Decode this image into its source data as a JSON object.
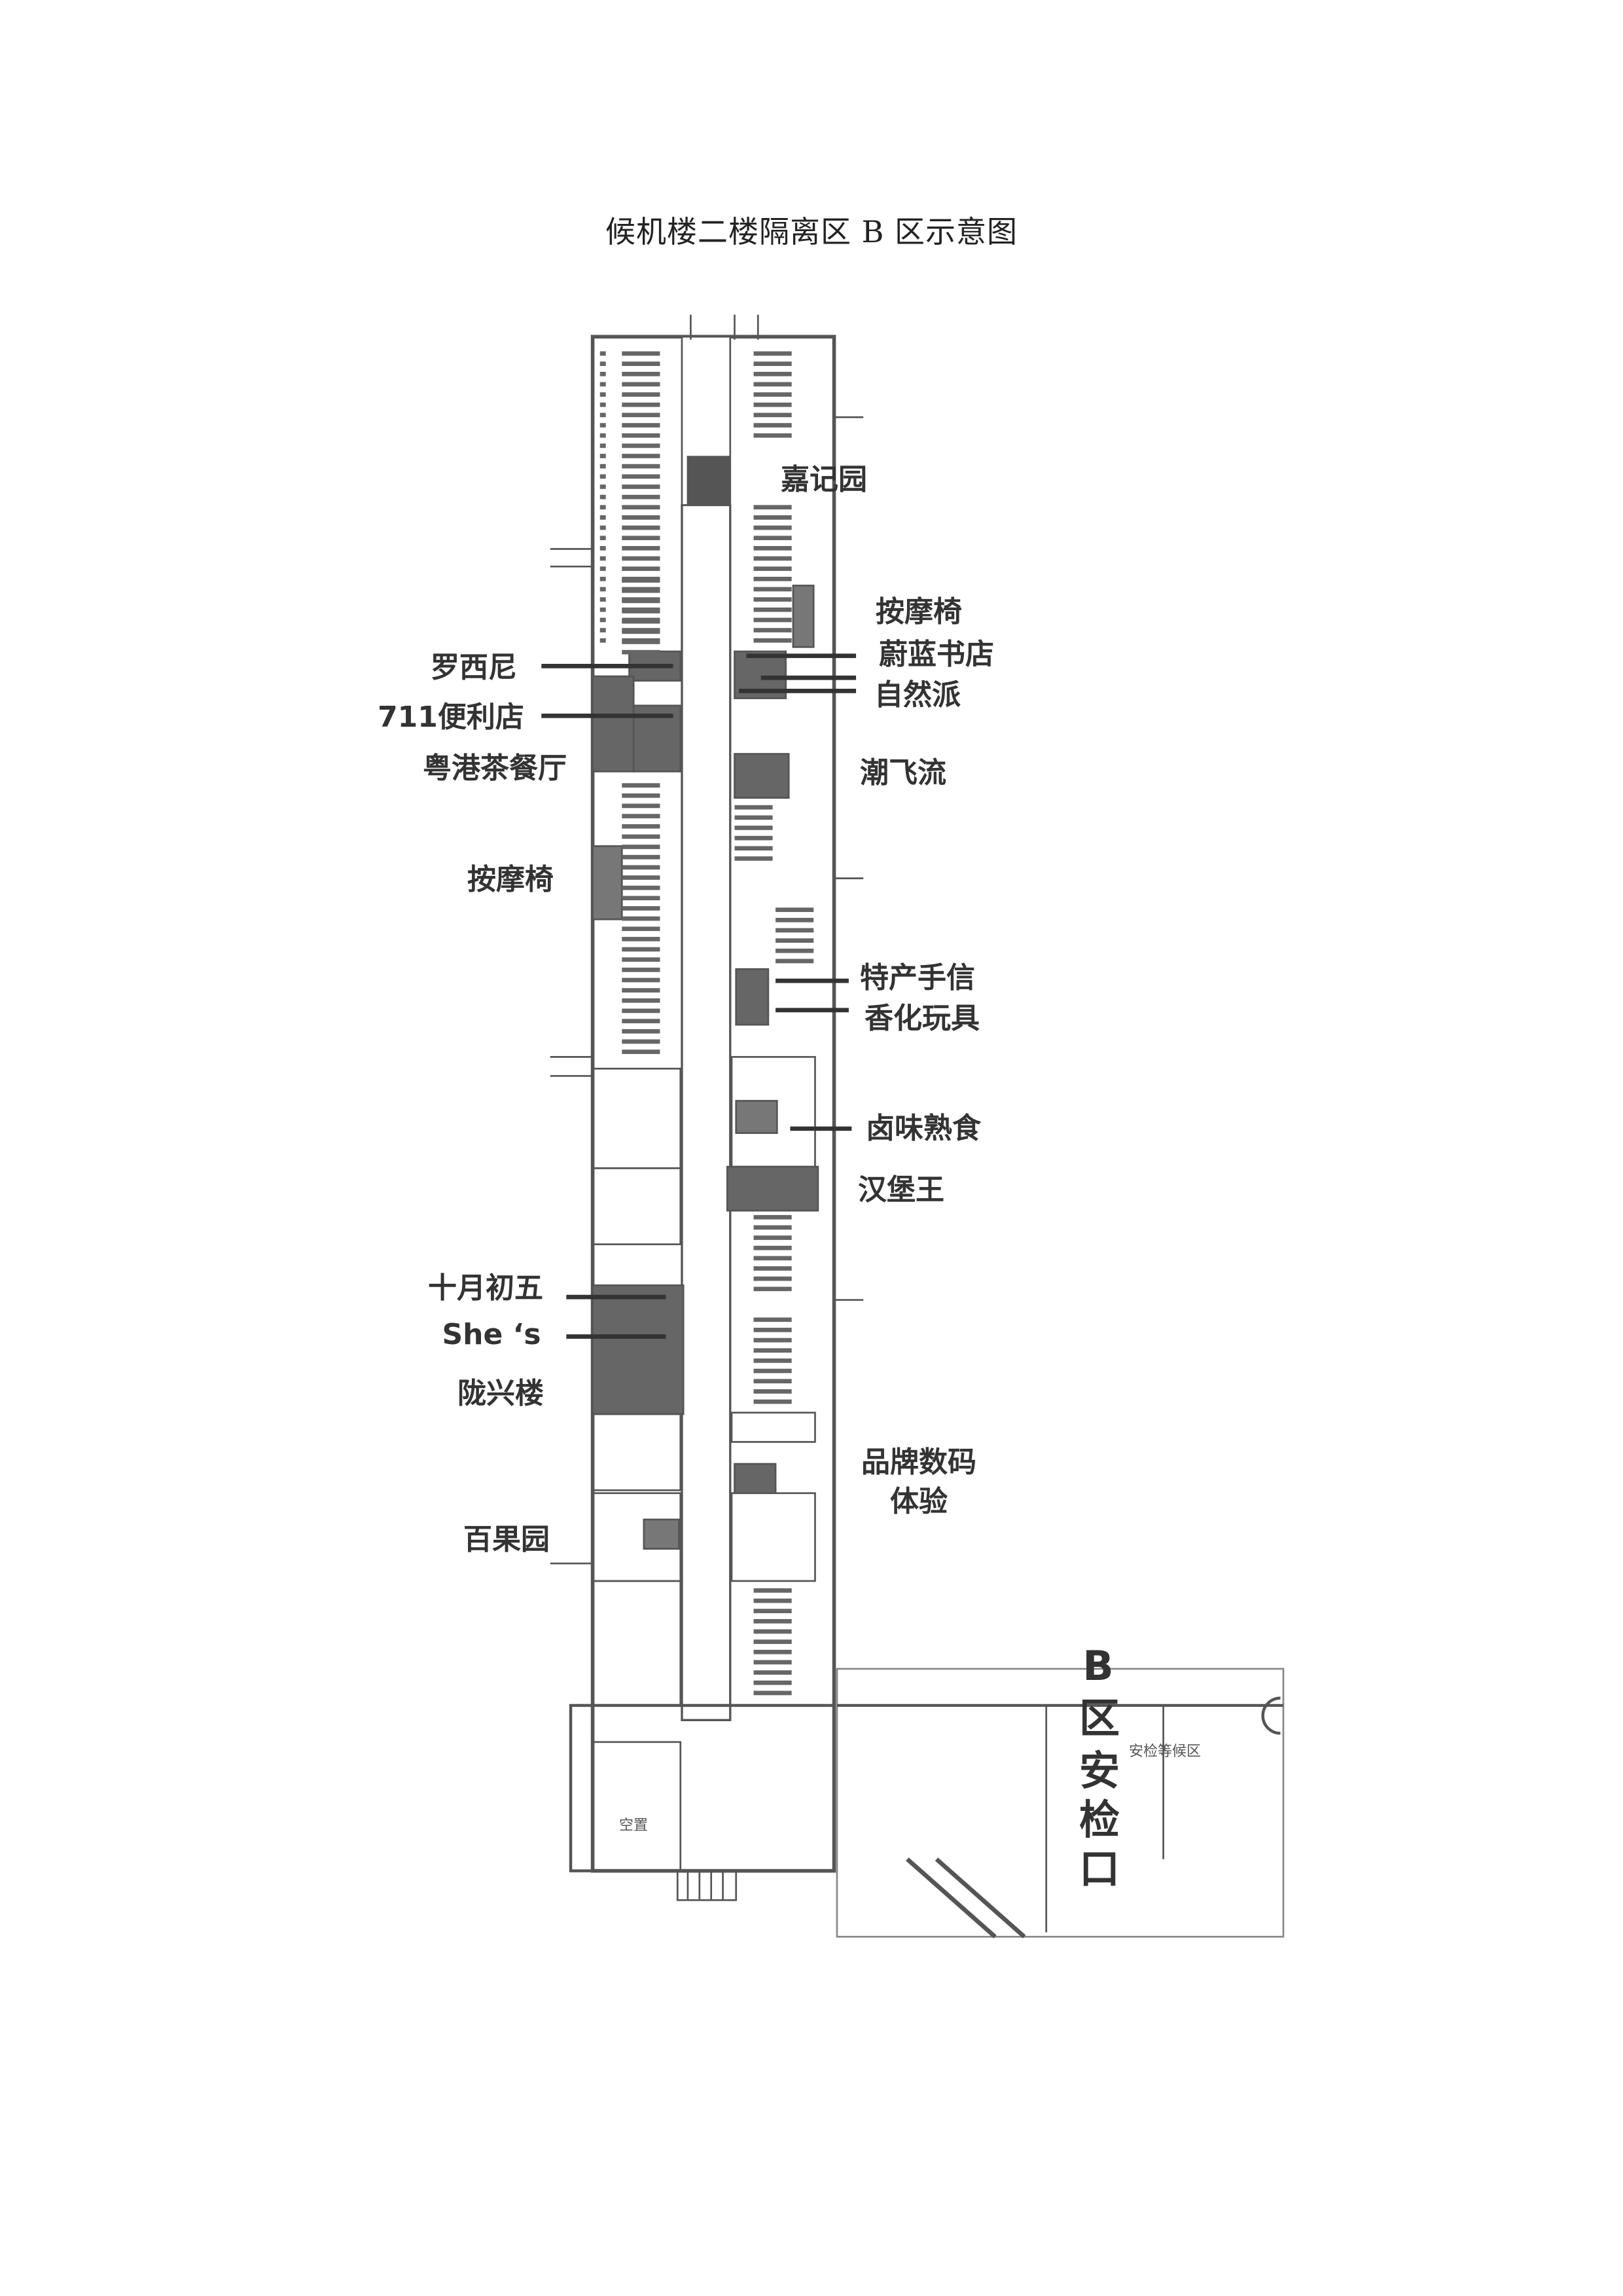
{
  "title": "候机楼二楼隔离区 B 区示意图",
  "labels": {
    "jiajiyuan": "嘉记园",
    "massage_right": "按摩椅",
    "weilan": "蔚蓝书店",
    "ziranpai": "自然派",
    "luoxini": "罗西尼",
    "seven_eleven": "711便利店",
    "yuegang": "粤港茶餐厅",
    "chaofeiliu": "潮飞流",
    "massage_left": "按摩椅",
    "techan": "特产手信",
    "xianghua": "香化玩具",
    "luwei": "卤味熟食",
    "burger_king": "汉堡王",
    "shiyue": "十月初五",
    "shes": "She ‘s",
    "longxing": "陇兴楼",
    "digital_1": "品牌数码",
    "digital_2": "体验",
    "baiguoyuan": "百果园",
    "vacant": "空置",
    "waiting_area": "安检等候区"
  },
  "security": {
    "b": "B",
    "c1": "区",
    "c2": "安",
    "c3": "检",
    "c4": "口"
  }
}
